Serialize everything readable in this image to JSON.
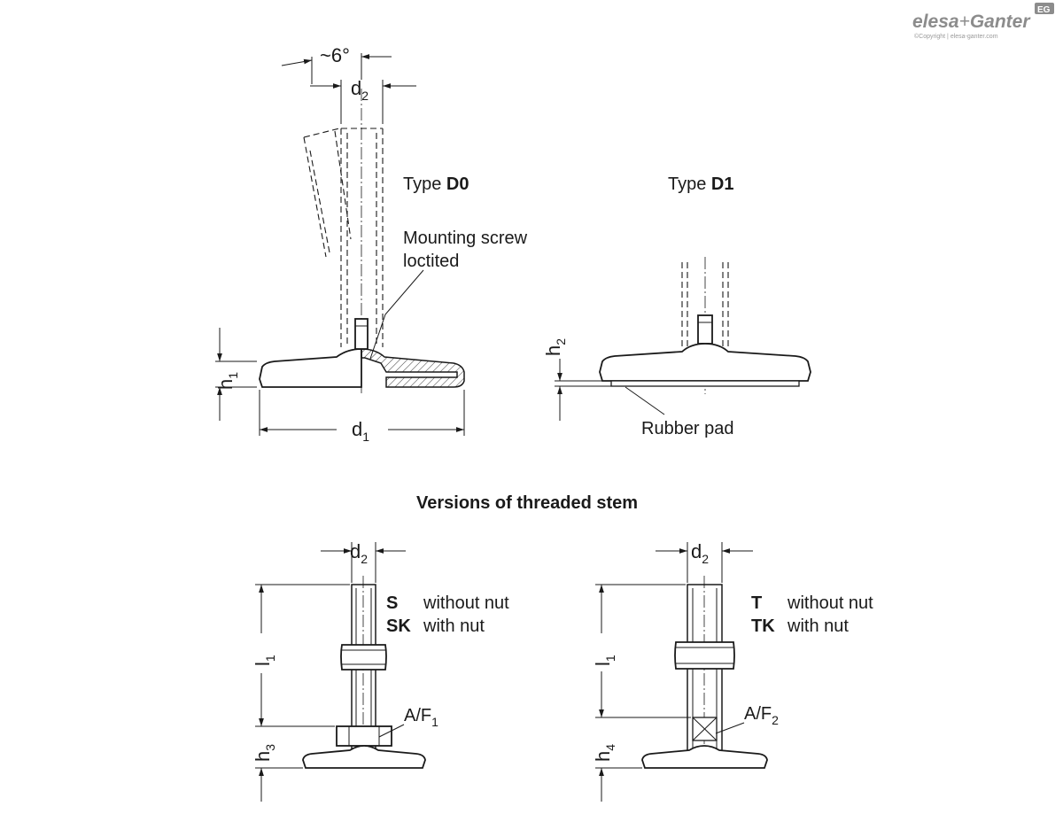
{
  "logo": {
    "brand_left": "elesa",
    "brand_plus": "+",
    "brand_right": "Ganter",
    "badge": "EG",
    "copyright": "©Copyright | elesa-ganter.com"
  },
  "type_d0": {
    "label_prefix": "Type ",
    "label_code": "D0",
    "angle": "~6°",
    "d2_base": "d",
    "d2_sub": "2",
    "callout_line1": "Mounting screw",
    "callout_line2": "loctited",
    "h1_base": "h",
    "h1_sub": "1",
    "d1_base": "d",
    "d1_sub": "1"
  },
  "type_d1": {
    "label_prefix": "Type ",
    "label_code": "D1",
    "h2_base": "h",
    "h2_sub": "2",
    "rubber": "Rubber pad"
  },
  "versions_title": "Versions of threaded stem",
  "stem_s": {
    "d2_base": "d",
    "d2_sub": "2",
    "code1": "S",
    "desc1": "without nut",
    "code2": "SK",
    "desc2": "with nut",
    "l1_base": "l",
    "l1_sub": "1",
    "h3_base": "h",
    "h3_sub": "3",
    "af_base": "A/F",
    "af_sub": "1"
  },
  "stem_t": {
    "d2_base": "d",
    "d2_sub": "2",
    "code1": "T",
    "desc1": "without nut",
    "code2": "TK",
    "desc2": "with nut",
    "l1_base": "l",
    "l1_sub": "1",
    "h4_base": "h",
    "h4_sub": "4",
    "af_base": "A/F",
    "af_sub": "2"
  }
}
